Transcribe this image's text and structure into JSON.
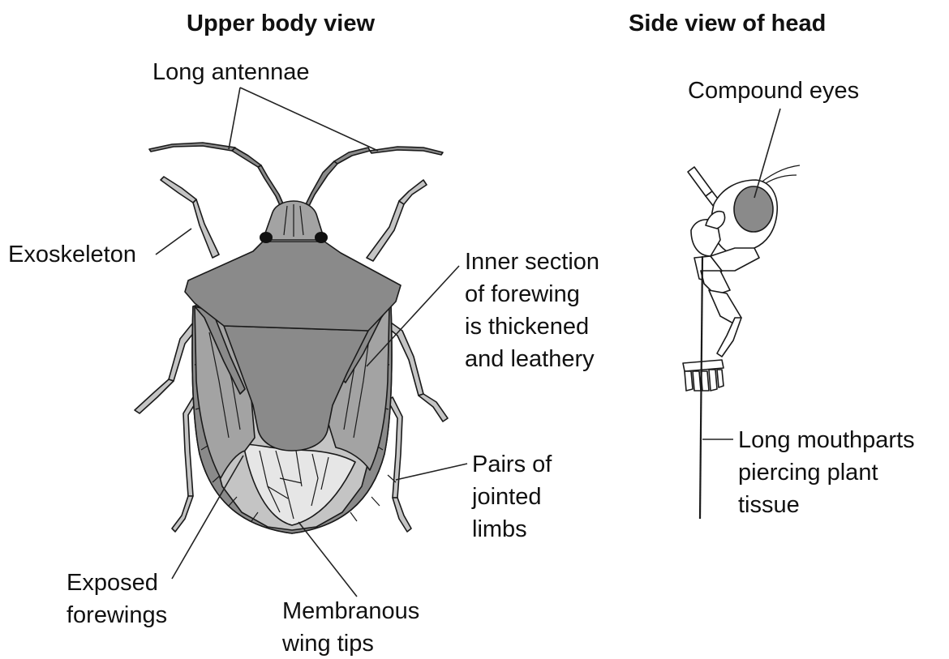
{
  "titles": {
    "upper": "Upper body view",
    "side": "Side view of head"
  },
  "labels": {
    "antennae": "Long antennae",
    "exoskeleton": "Exoskeleton",
    "inner_forewing": [
      "Inner section",
      "of forewing",
      "is thickened",
      "and leathery"
    ],
    "jointed_limbs": [
      "Pairs of",
      "jointed",
      "limbs"
    ],
    "exposed_forewings": [
      "Exposed",
      "forewings"
    ],
    "membranous": [
      "Membranous",
      "wing tips"
    ],
    "compound_eyes": "Compound eyes",
    "mouthparts": [
      "Long mouthparts",
      "piercing plant",
      "tissue"
    ]
  },
  "colors": {
    "dark_grey": "#8a8a8a",
    "mid_grey": "#a3a3a3",
    "light_grey": "#c4c4c4",
    "pale_grey": "#e6e6e6",
    "outline": "#1a1a1a"
  }
}
